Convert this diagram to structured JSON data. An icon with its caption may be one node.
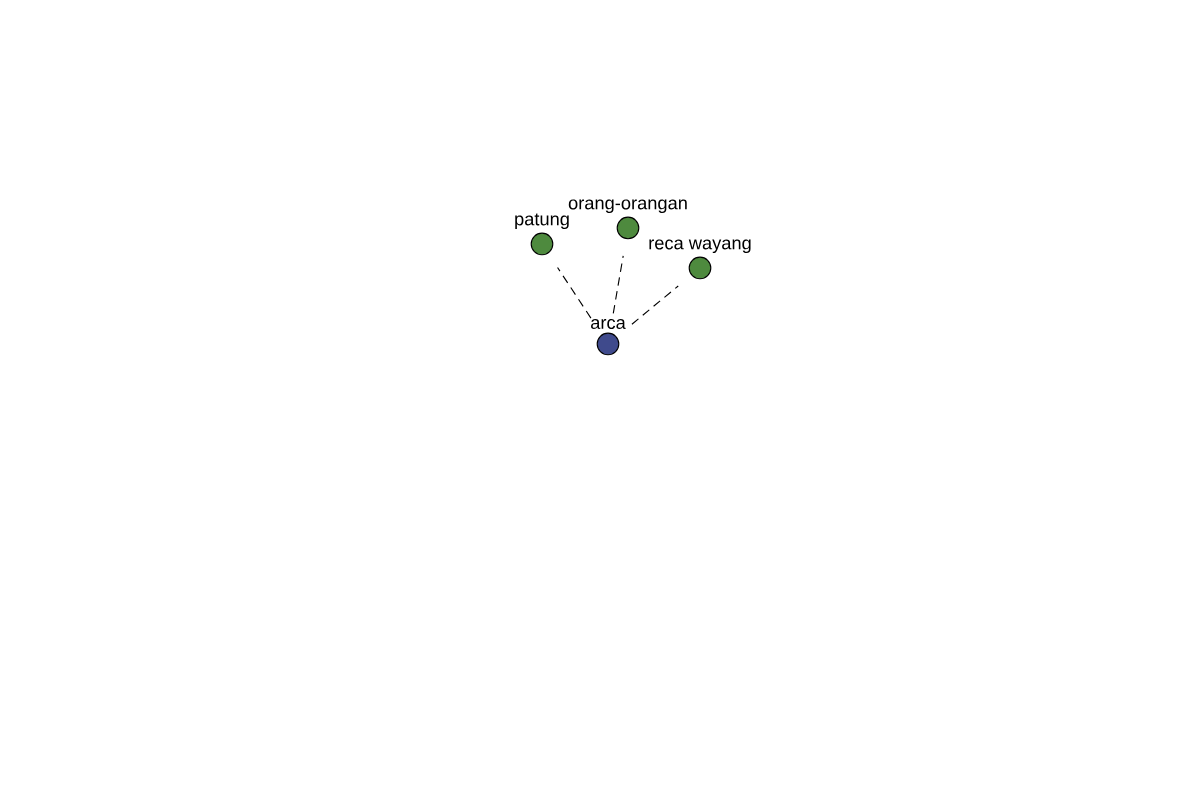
{
  "diagram": {
    "nodes": [
      {
        "text": [
          "orang-orangan"
        ]
      },
      {
        "text": [
          "patung"
        ]
      },
      {
        "text": [
          "reca wayang"
        ]
      },
      {
        "text": [
          "arca"
        ]
      }
    ],
    "edges": [
      {
        "from": 3,
        "to": 1,
        "arrow": "none",
        "style": "dashed"
      },
      {
        "from": 3,
        "to": 0,
        "arrow": "none",
        "style": "dashed"
      },
      {
        "from": 3,
        "to": 2,
        "arrow": "none",
        "style": "dashed"
      }
    ]
  }
}
